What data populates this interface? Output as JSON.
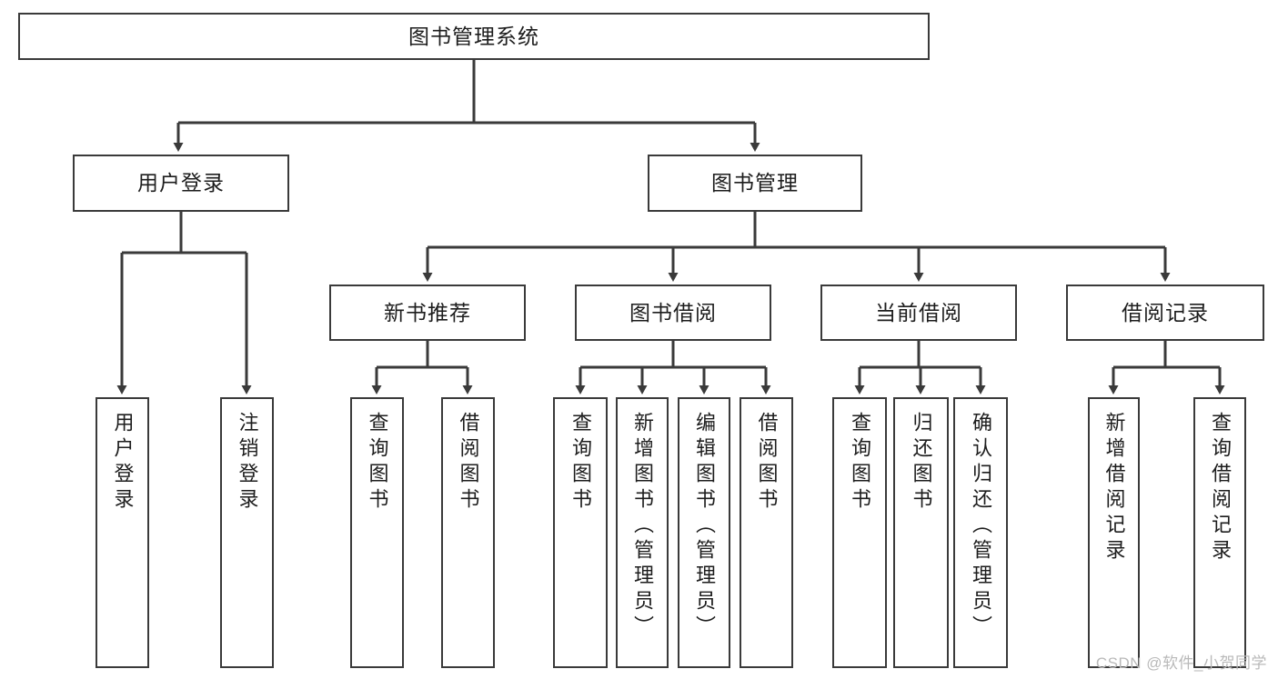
{
  "diagram": {
    "title": "图书管理系统",
    "watermark": "CSDN @软件_小贺同学",
    "line_color": "#3a3a3a",
    "box_fill": "#ffffff",
    "text_color": "#1d1d1d",
    "root": {
      "label": "图书管理系统"
    },
    "level1": [
      {
        "label": "用户登录"
      },
      {
        "label": "图书管理"
      }
    ],
    "level2": [
      {
        "label": "新书推荐"
      },
      {
        "label": "图书借阅"
      },
      {
        "label": "当前借阅"
      },
      {
        "label": "借阅记录"
      }
    ],
    "leaves": {
      "user_login": [
        {
          "label": "用户登录"
        },
        {
          "label": "注销登录"
        }
      ],
      "new_book": [
        {
          "label": "查询图书"
        },
        {
          "label": "借阅图书"
        }
      ],
      "book_borrow": [
        {
          "label": "查询图书"
        },
        {
          "label": "新增图书（管理员）"
        },
        {
          "label": "编辑图书（管理员）"
        },
        {
          "label": "借阅图书"
        }
      ],
      "current_borrow": [
        {
          "label": "查询图书"
        },
        {
          "label": "归还图书"
        },
        {
          "label": "确认归还（管理员）"
        }
      ],
      "borrow_record": [
        {
          "label": "新增借阅记录"
        },
        {
          "label": "查询借阅记录"
        }
      ]
    }
  }
}
